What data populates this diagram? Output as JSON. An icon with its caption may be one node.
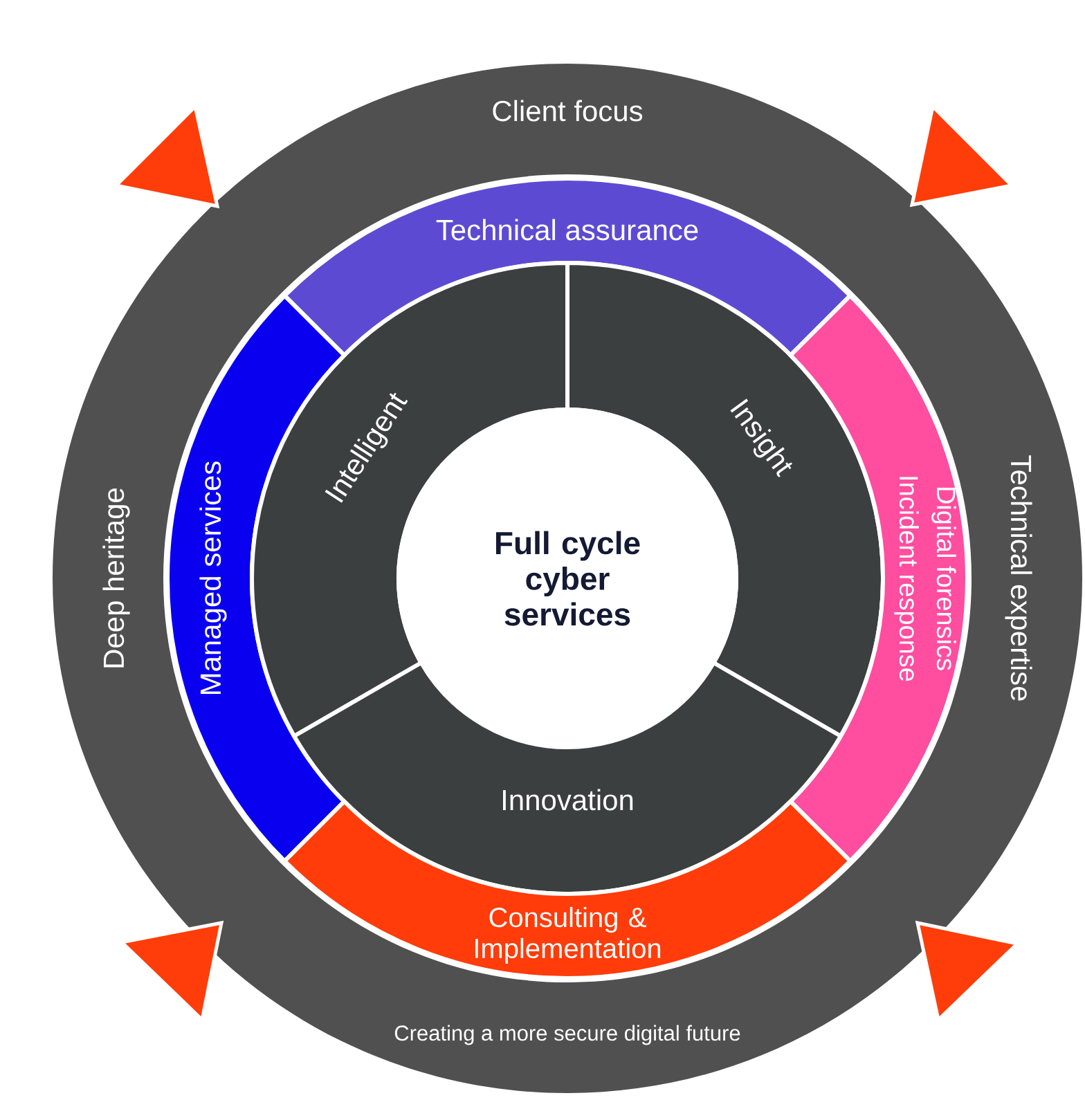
{
  "diagram": {
    "nodes": [
      {
        "text": [
          "Client focus",
          "Technical expertise",
          "Creating a more secure digital future",
          "Deep heritage"
        ]
      },
      {
        "text": [
          "Technical assurance"
        ],
        "in": 0
      },
      {
        "text": [
          "Managed services"
        ],
        "in": 0
      },
      {
        "text": [
          "Intelligent"
        ],
        "in": 0
      },
      {
        "text": [
          "Insight"
        ],
        "in": 0
      },
      {
        "text": [
          "Digital forensics",
          "Incident response"
        ],
        "in": 0
      },
      {
        "text": [
          "Full cycle cyber services"
        ],
        "in": 0
      },
      {
        "text": [
          "Innovation"
        ],
        "in": 0
      },
      {
        "text": [
          "Consulting & Implementation"
        ],
        "in": 0
      }
    ]
  }
}
